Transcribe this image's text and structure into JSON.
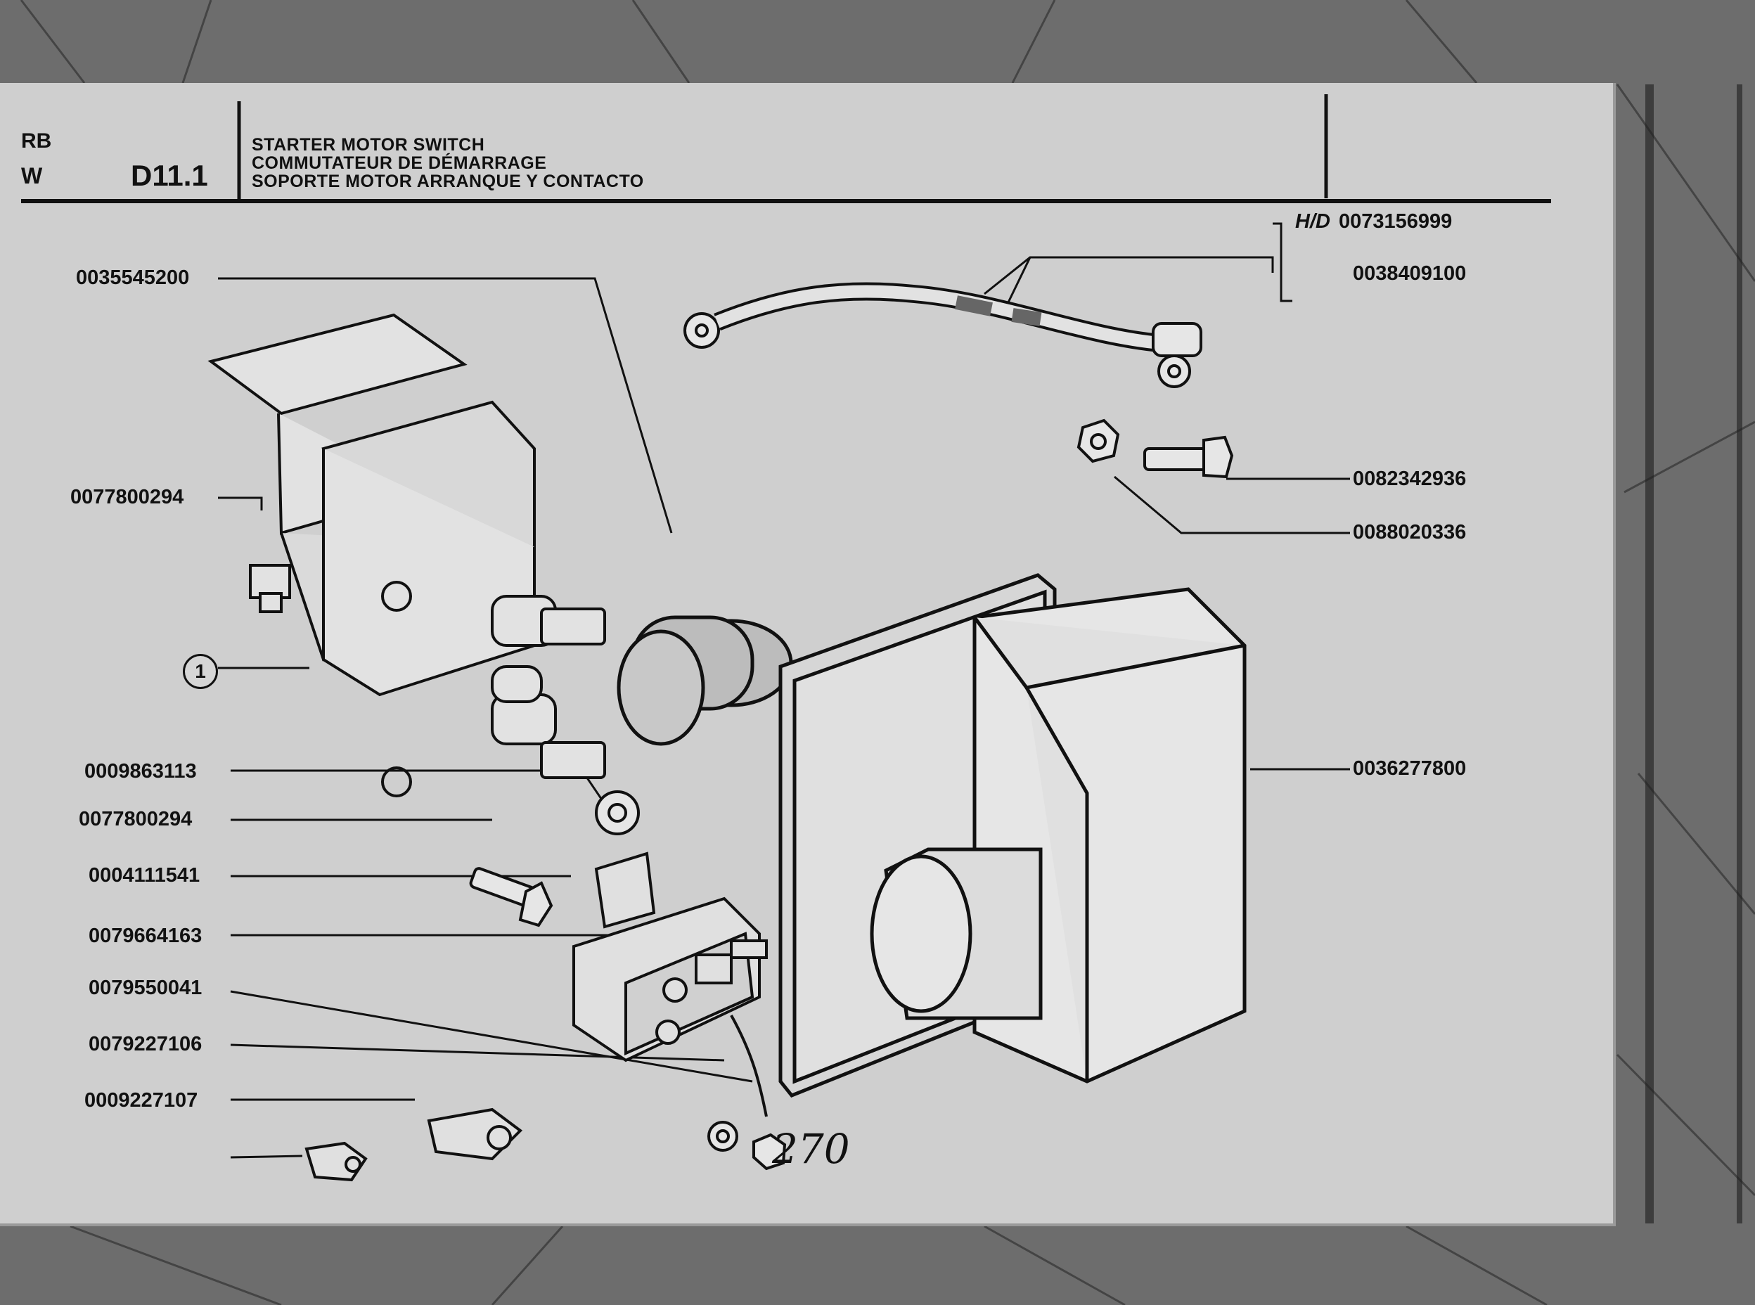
{
  "header": {
    "code_top": "RB",
    "code_bottom": "W",
    "section": "D11.1",
    "title_en": "STARTER MOTOR SWITCH",
    "title_fr": "COMMUTATEUR DE DÉMARRAGE",
    "title_es": "SOPORTE MOTOR ARRANQUE Y CONTACTO"
  },
  "callout": "1",
  "hd_prefix": "H/D",
  "labels": {
    "cover": "0035545200",
    "bracket_bolt": "0077800294",
    "washer": "0009863113",
    "switch_bolt": "0077800294",
    "relay": "0004111541",
    "relay_screw": "0079664163",
    "relay_washer": "0079550041",
    "terminal_large": "0079227106",
    "terminal_small": "0009227107",
    "cable_hd": "0073156999",
    "cable": "0038409100",
    "bolt": "0082342936",
    "nut": "0088020336",
    "housing": "0036277800"
  },
  "page_number": "270"
}
